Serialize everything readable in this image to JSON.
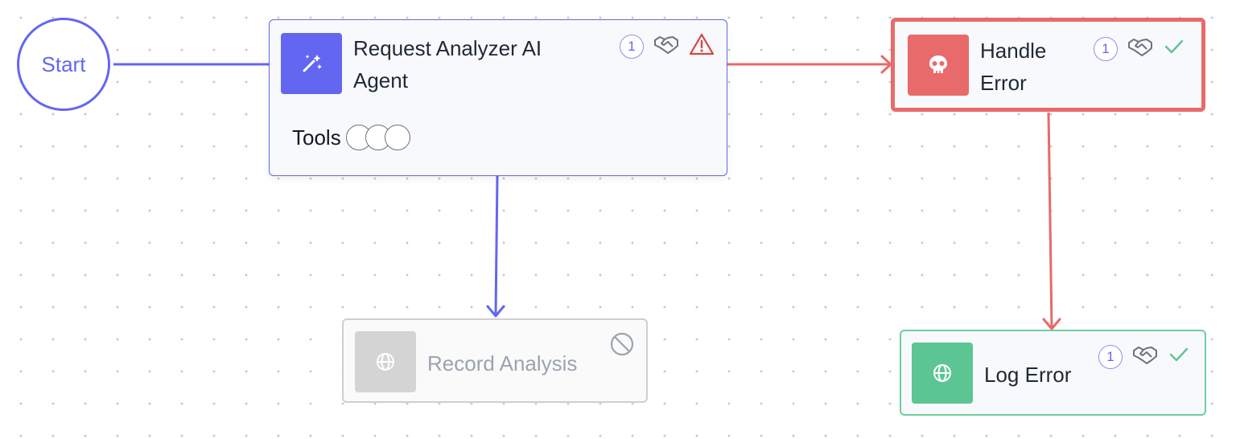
{
  "start": {
    "label": "Start"
  },
  "nodes": {
    "request_analyzer": {
      "title": "Request Analyzer AI Agent",
      "title_line1": "Request Analyzer AI",
      "title_line2": "Agent",
      "badge_count": "1",
      "status_icon": "warning-triangle-icon",
      "tools_label": "Tools",
      "tool_slots": 3,
      "color": "#6366f1"
    },
    "handle_error": {
      "title_line1": "Handle",
      "title_line2": "Error",
      "badge_count": "1",
      "status_icon": "check-icon",
      "color": "#e86a6a"
    },
    "record_analysis": {
      "title": "Record Analysis",
      "status_icon": "disabled-icon",
      "color": "#d4d4d4"
    },
    "log_error": {
      "title": "Log Error",
      "badge_count": "1",
      "status_icon": "check-icon",
      "color": "#5cc594"
    }
  },
  "colors": {
    "primary": "#6366f1",
    "error": "#e86a6a",
    "success": "#5cc594",
    "disabled": "#cfcfcf"
  }
}
